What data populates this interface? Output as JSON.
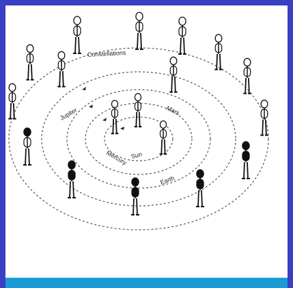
{
  "diagram": {
    "labels": {
      "constellations": "Constellations",
      "jupiter": "Jupiter",
      "mars": "Mars",
      "earth": "Earth",
      "mercury": "Mercury",
      "sun": "Sun"
    },
    "colors": {
      "frame": "#3a3fc4",
      "bottom_bar": "#1a9bd6",
      "orbit": "#555555",
      "figure": "#111111"
    }
  }
}
